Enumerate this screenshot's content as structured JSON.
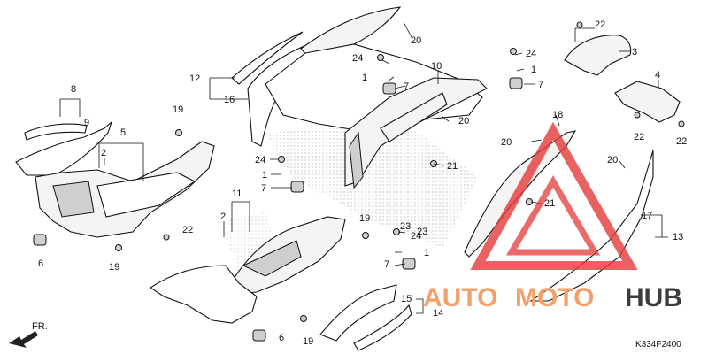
{
  "callouts": [
    {
      "id": "c12",
      "text": "12"
    },
    {
      "id": "c16",
      "text": "16"
    },
    {
      "id": "c8",
      "text": "8"
    },
    {
      "id": "c9",
      "text": "9"
    },
    {
      "id": "c5",
      "text": "5"
    },
    {
      "id": "c2a",
      "text": "2"
    },
    {
      "id": "c19a",
      "text": "19"
    },
    {
      "id": "c20a",
      "text": "20"
    },
    {
      "id": "c24a",
      "text": "24"
    },
    {
      "id": "c1a",
      "text": "1"
    },
    {
      "id": "c7a",
      "text": "7"
    },
    {
      "id": "c10",
      "text": "10"
    },
    {
      "id": "c20b",
      "text": "20"
    },
    {
      "id": "c22a",
      "text": "22"
    },
    {
      "id": "c3",
      "text": "3"
    },
    {
      "id": "c24b",
      "text": "24"
    },
    {
      "id": "c1b",
      "text": "1"
    },
    {
      "id": "c7b",
      "text": "7"
    },
    {
      "id": "c4",
      "text": "4"
    },
    {
      "id": "c22b",
      "text": "22"
    },
    {
      "id": "c22c",
      "text": "22"
    },
    {
      "id": "c18",
      "text": "18"
    },
    {
      "id": "c20c",
      "text": "20"
    },
    {
      "id": "c20d",
      "text": "20"
    },
    {
      "id": "c21a",
      "text": "21"
    },
    {
      "id": "c24c",
      "text": "24"
    },
    {
      "id": "c1c",
      "text": "1"
    },
    {
      "id": "c7c",
      "text": "7"
    },
    {
      "id": "c11",
      "text": "11"
    },
    {
      "id": "c2b",
      "text": "2"
    },
    {
      "id": "c22d",
      "text": "22"
    },
    {
      "id": "c6a",
      "text": "6"
    },
    {
      "id": "c19b",
      "text": "19"
    },
    {
      "id": "c23a",
      "text": "23"
    },
    {
      "id": "c23b",
      "text": "23"
    },
    {
      "id": "c19c",
      "text": "19"
    },
    {
      "id": "c24d",
      "text": "24"
    },
    {
      "id": "c1d",
      "text": "1"
    },
    {
      "id": "c7d",
      "text": "7"
    },
    {
      "id": "c21b",
      "text": "21"
    },
    {
      "id": "c17",
      "text": "17"
    },
    {
      "id": "c13",
      "text": "13"
    },
    {
      "id": "c15",
      "text": "15"
    },
    {
      "id": "c14",
      "text": "14"
    },
    {
      "id": "c6b",
      "text": "6"
    },
    {
      "id": "c19d",
      "text": "19"
    }
  ],
  "front_arrow_label": "FR.",
  "diagram_code": "K334F2400",
  "watermark": {
    "word_1": "AUTO",
    "word_2": "MOTO",
    "word_3": "HUB",
    "colors": {
      "accent": "#f3a06a",
      "dark": "#3c3c3c",
      "triangle": "#e43a3a"
    }
  }
}
